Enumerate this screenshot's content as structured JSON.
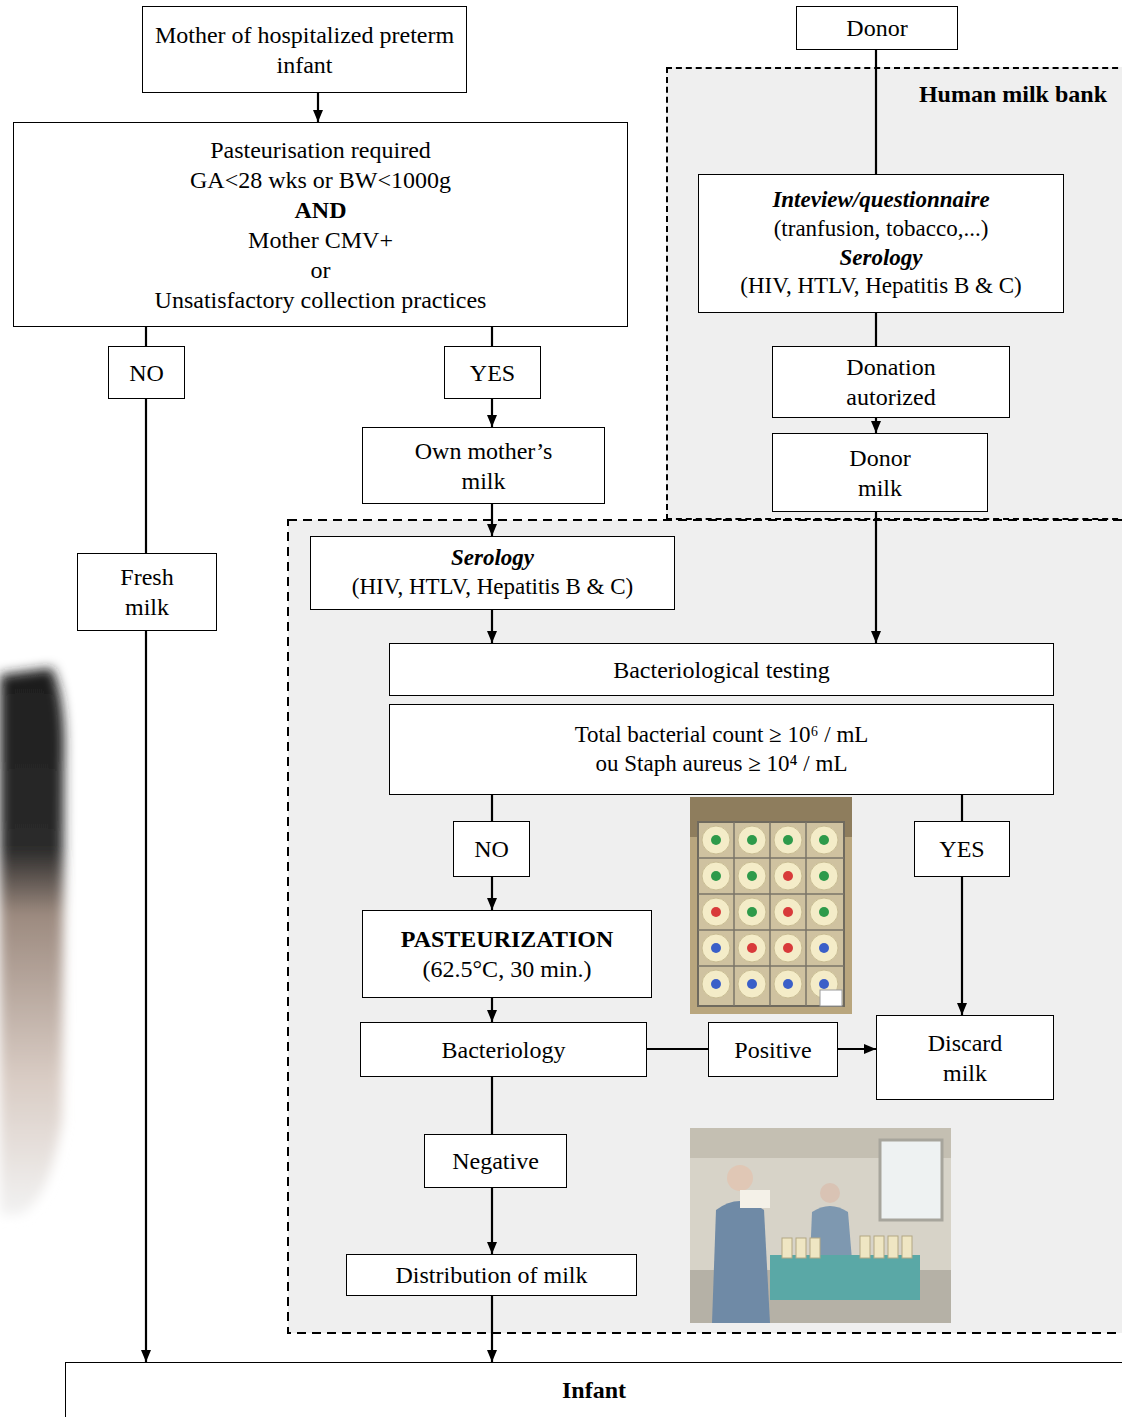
{
  "diagram": {
    "nodes": [
      {
        "text": [
          "Mother of hospitalized preterm infant"
        ]
      },
      {
        "text": [
          "Donor"
        ]
      },
      {
        "text": [
          "Human milk bank"
        ]
      },
      {
        "text": [
          "Pasteurisation required",
          "GA<28 wks or BW<1000g",
          "AND",
          "Mother CMV+",
          "or",
          "Unsatisfactory collection practices"
        ]
      },
      {
        "text": [
          "Inteview/questionnaire",
          "(tranfusion, tobacco,...)",
          "Serology",
          "(HIV, HTLV, Hepatitis B & C)"
        ],
        "in": 2
      },
      {
        "text": [
          "NO"
        ]
      },
      {
        "text": [
          "YES"
        ]
      },
      {
        "text": [
          "Donation autorized"
        ],
        "in": 2
      },
      {
        "text": [
          "Own mother’s milk"
        ]
      },
      {
        "text": [
          "Donor milk"
        ],
        "in": 2
      },
      {
        "text": [
          "Fresh milk"
        ]
      },
      {
        "text": [
          "Serology",
          "(HIV, HTLV, Hepatitis B & C)"
        ]
      },
      {
        "text": [
          "Bacteriological testing"
        ]
      },
      {
        "text": [
          "Total bacterial count ≥ 10⁶ / mL",
          "ou Staph aureus ≥ 10⁴ / mL"
        ]
      },
      {
        "text": [
          "NO"
        ]
      },
      {
        "text": [
          "YES"
        ]
      },
      {
        "text": [
          "PASTEURIZATION",
          "(62.5°C, 30 min.)"
        ]
      },
      {
        "text": [
          "Bacteriology"
        ]
      },
      {
        "text": [
          "Positive"
        ]
      },
      {
        "text": [
          "Discard milk"
        ]
      },
      {
        "text": [
          "Negative"
        ]
      },
      {
        "text": [
          "Distribution of milk"
        ]
      },
      {
        "text": [
          "Infant"
        ]
      }
    ],
    "edges": [
      {
        "from": 0,
        "to": 3,
        "arrow": "to"
      },
      {
        "from": 1,
        "to": 4,
        "arrow": "none"
      },
      {
        "from": 3,
        "to": 5,
        "arrow": "none"
      },
      {
        "from": 3,
        "to": 6,
        "arrow": "none"
      },
      {
        "from": 4,
        "to": 7,
        "arrow": "none"
      },
      {
        "from": 6,
        "to": 8,
        "arrow": "to"
      },
      {
        "from": 7,
        "to": 9,
        "arrow": "to"
      },
      {
        "from": 5,
        "to": 10,
        "arrow": "none"
      },
      {
        "from": 10,
        "to": 22,
        "arrow": "to"
      },
      {
        "from": 8,
        "to": 11,
        "arrow": "to"
      },
      {
        "from": 11,
        "to": 12,
        "arrow": "to"
      },
      {
        "from": 9,
        "to": 12,
        "arrow": "to"
      },
      {
        "from": 13,
        "to": 14,
        "arrow": "none"
      },
      {
        "from": 13,
        "to": 15,
        "arrow": "none"
      },
      {
        "from": 14,
        "to": 16,
        "arrow": "to"
      },
      {
        "from": 15,
        "to": 19,
        "arrow": "to"
      },
      {
        "from": 16,
        "to": 17,
        "arrow": "to"
      },
      {
        "from": 17,
        "to": 18,
        "arrow": "none"
      },
      {
        "from": 18,
        "to": 19,
        "arrow": "to"
      },
      {
        "from": 17,
        "to": 20,
        "arrow": "none"
      },
      {
        "from": 20,
        "to": 21,
        "arrow": "to"
      },
      {
        "from": 21,
        "to": 22,
        "arrow": "to"
      }
    ]
  }
}
